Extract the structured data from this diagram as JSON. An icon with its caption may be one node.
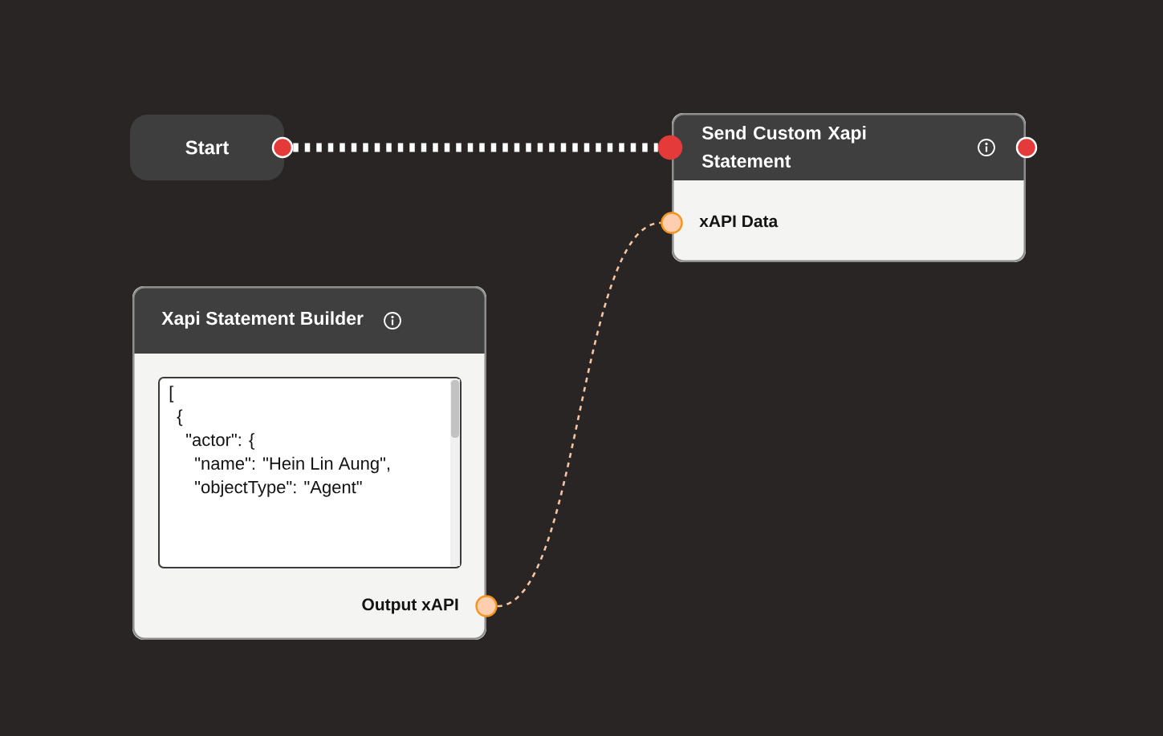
{
  "diagram": {
    "nodes": [
      {
        "text": [
          "Start"
        ]
      },
      {
        "text": [],
        "shape": "circle"
      },
      {
        "text": [],
        "shape": "circle"
      },
      {
        "text": [
          "Send Custom Xapi Statement",
          "xAPI Data"
        ]
      },
      {
        "text": [],
        "shape": "circle"
      },
      {
        "text": [],
        "shape": "circle"
      },
      {
        "text": [
          "Xapi Statement Builder",
          "Output xAPI"
        ]
      },
      {
        "text": [
          "[",
          "{",
          "\"actor\": {",
          "\"name\": \"Hein Lin Aung\",",
          "\"objectType\": \"Agent\""
        ],
        "in": 6
      },
      {
        "text": [],
        "shape": "circle"
      }
    ],
    "edges": [
      {
        "from": 1,
        "to": 2,
        "arrow": "none",
        "style": "dashed",
        "color": "#ffffff"
      },
      {
        "from": 8,
        "to": 5,
        "arrow": "none",
        "style": "dashed",
        "color": "#f5c4a2"
      }
    ]
  }
}
